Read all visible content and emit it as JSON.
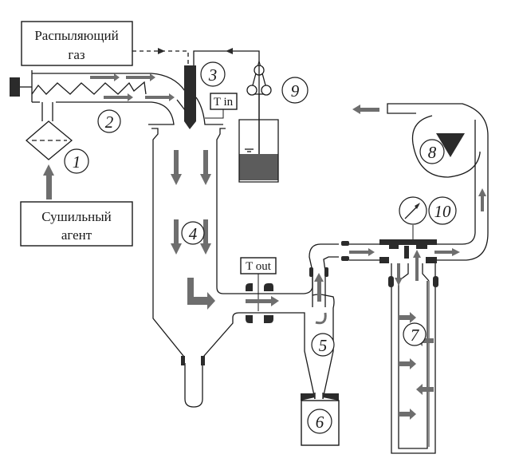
{
  "diagram": {
    "type": "spray-dryer-schematic",
    "labels": {
      "spray_gas_line1": "Распыляющий",
      "spray_gas_line2": "газ",
      "drying_agent_line1": "Сушильный",
      "drying_agent_line2": "агент",
      "t_in": "T in",
      "t_out": "T out"
    },
    "components": [
      {
        "number": "1",
        "name": "filter"
      },
      {
        "number": "2",
        "name": "heater"
      },
      {
        "number": "3",
        "name": "nozzle"
      },
      {
        "number": "4",
        "name": "drying-chamber"
      },
      {
        "number": "5",
        "name": "cyclone"
      },
      {
        "number": "6",
        "name": "product-collector"
      },
      {
        "number": "7",
        "name": "outlet-filter"
      },
      {
        "number": "8",
        "name": "aspirator"
      },
      {
        "number": "9",
        "name": "peristaltic-pump"
      },
      {
        "number": "10",
        "name": "pressure-gauge"
      }
    ],
    "colors": {
      "flow_arrow": "#6e6e6e",
      "line": "#1a1a1a",
      "liquid": "#5c5c5c"
    }
  }
}
